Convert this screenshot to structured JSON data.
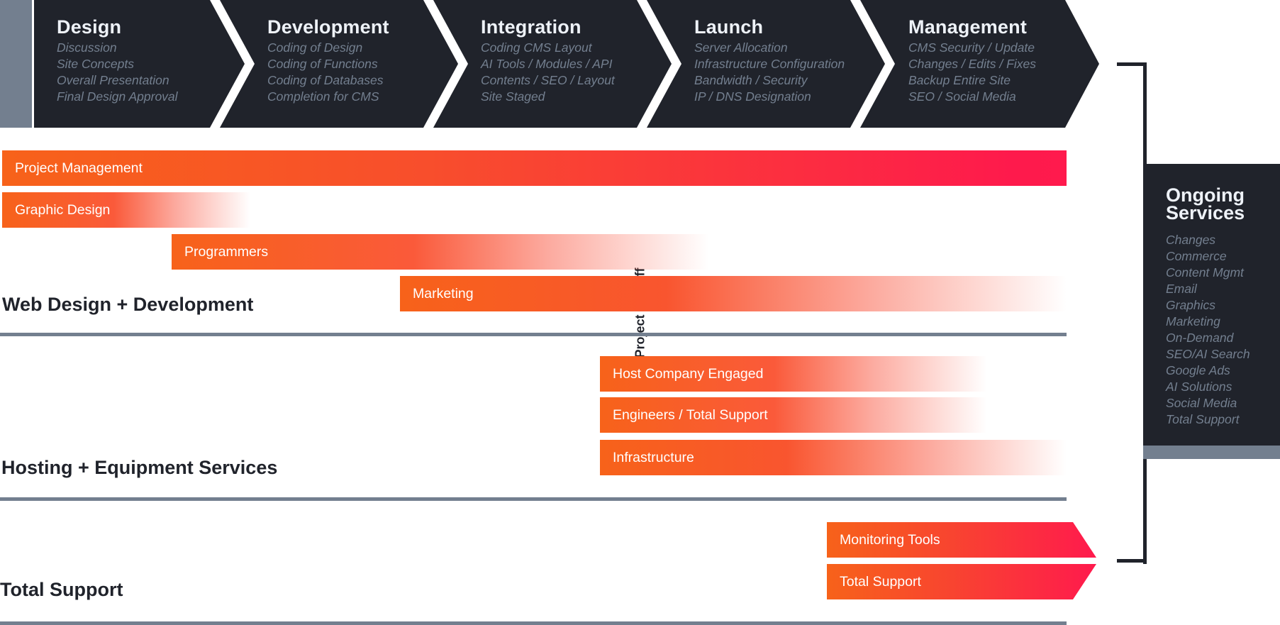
{
  "kickoff": {
    "label": "Project Kickoff"
  },
  "phases": [
    {
      "title": "Design",
      "items": [
        "Discussion",
        "Site Concepts",
        "Overall Presentation",
        "Final Design Approval"
      ]
    },
    {
      "title": "Development",
      "items": [
        "Coding of Design",
        "Coding of Functions",
        "Coding of Databases",
        "Completion for CMS"
      ]
    },
    {
      "title": "Integration",
      "items": [
        "Coding CMS Layout",
        "AI Tools / Modules / API",
        "Contents / SEO / Layout",
        "Site Staged"
      ]
    },
    {
      "title": "Launch",
      "items": [
        "Server Allocation",
        "Infrastructure Configuration",
        "Bandwidth / Security",
        "IP / DNS Designation"
      ]
    },
    {
      "title": "Management",
      "items": [
        "CMS Security / Update",
        "Changes / Edits / Fixes",
        "Backup Entire Site",
        "SEO / Social Media"
      ]
    }
  ],
  "sections": [
    {
      "label": "Web Design + Development",
      "bars": [
        "Project Management",
        "Graphic Design",
        "Programmers",
        "Marketing"
      ]
    },
    {
      "label": "Hosting + Equipment Services",
      "bars": [
        "Host Company Engaged",
        "Engineers / Total Support",
        "Infrastructure"
      ]
    },
    {
      "label": "Total Support",
      "bars": [
        "Monitoring Tools",
        "Total Support"
      ]
    }
  ],
  "ongoing": {
    "title_line1": "Ongoing",
    "title_line2": "Services",
    "items": [
      "Changes",
      "Commerce",
      "Content Mgmt",
      "Email",
      "Graphics",
      "Marketing",
      "On-Demand",
      "SEO/AI Search",
      "Google Ads",
      "AI Solutions",
      "Social Media",
      "Total Support"
    ]
  },
  "colors": {
    "dark": "#20232b",
    "slate": "#737f8f",
    "orange": "#f7621a",
    "red": "#ff1a4d",
    "title_white": "#eef2f8"
  }
}
